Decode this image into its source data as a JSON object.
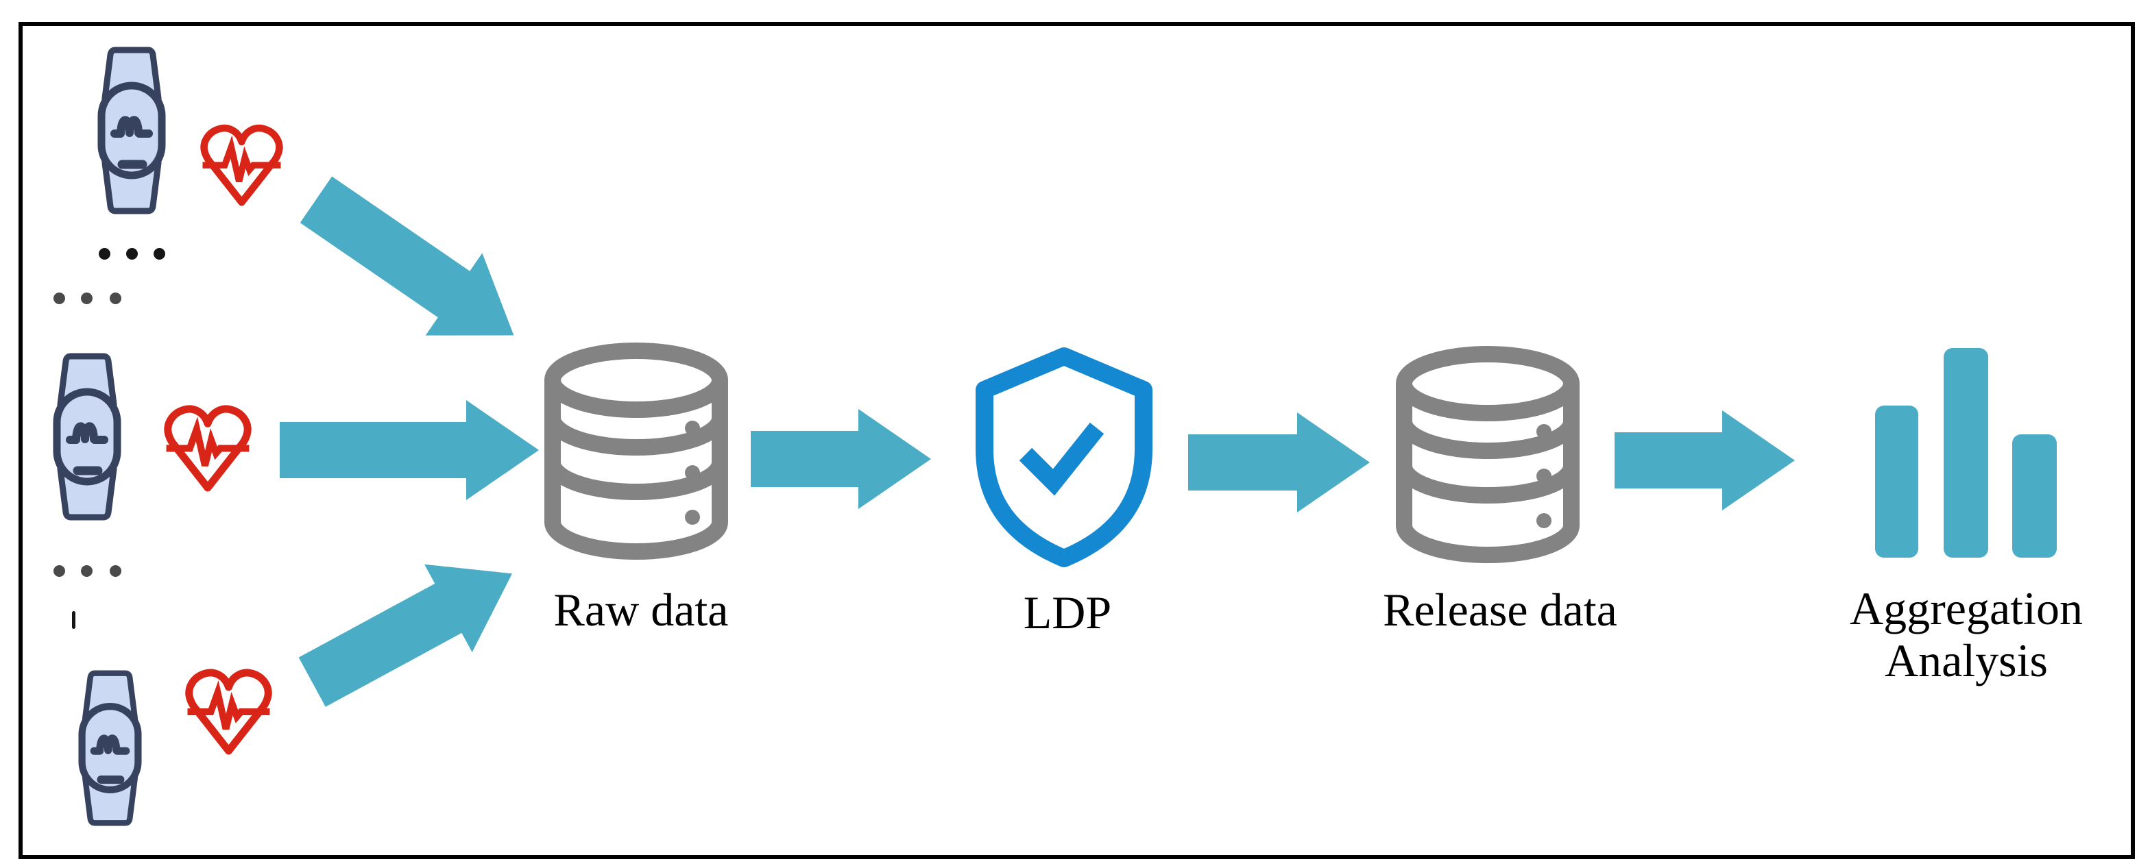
{
  "figure": {
    "type": "privacy-data-flow-diagram"
  },
  "devices": {
    "count": 3,
    "device_icon": "fitness-band-icon",
    "signal_icon": "heartbeat-heart-icon",
    "ellipsis": "..."
  },
  "nodes": {
    "raw_data": {
      "label": "Raw data",
      "icon": "database-icon"
    },
    "ldp": {
      "label": "LDP",
      "icon": "shield-check-icon"
    },
    "release_data": {
      "label": "Release data",
      "icon": "database-icon"
    },
    "aggregation": {
      "label_line1": "Aggregation",
      "label_line2": "Analysis",
      "icon": "bar-chart-icon"
    }
  },
  "colors": {
    "arrow_teal": "#4BACC6",
    "bar_teal": "#4BACC6",
    "shield_blue": "#1489D2",
    "database_gray": "#838383",
    "heart_red": "#D92517",
    "band_fill": "#CCD9F3",
    "band_outline": "#36425E",
    "text_black": "#000000",
    "border_black": "#000000",
    "background": "#FFFFFF"
  }
}
